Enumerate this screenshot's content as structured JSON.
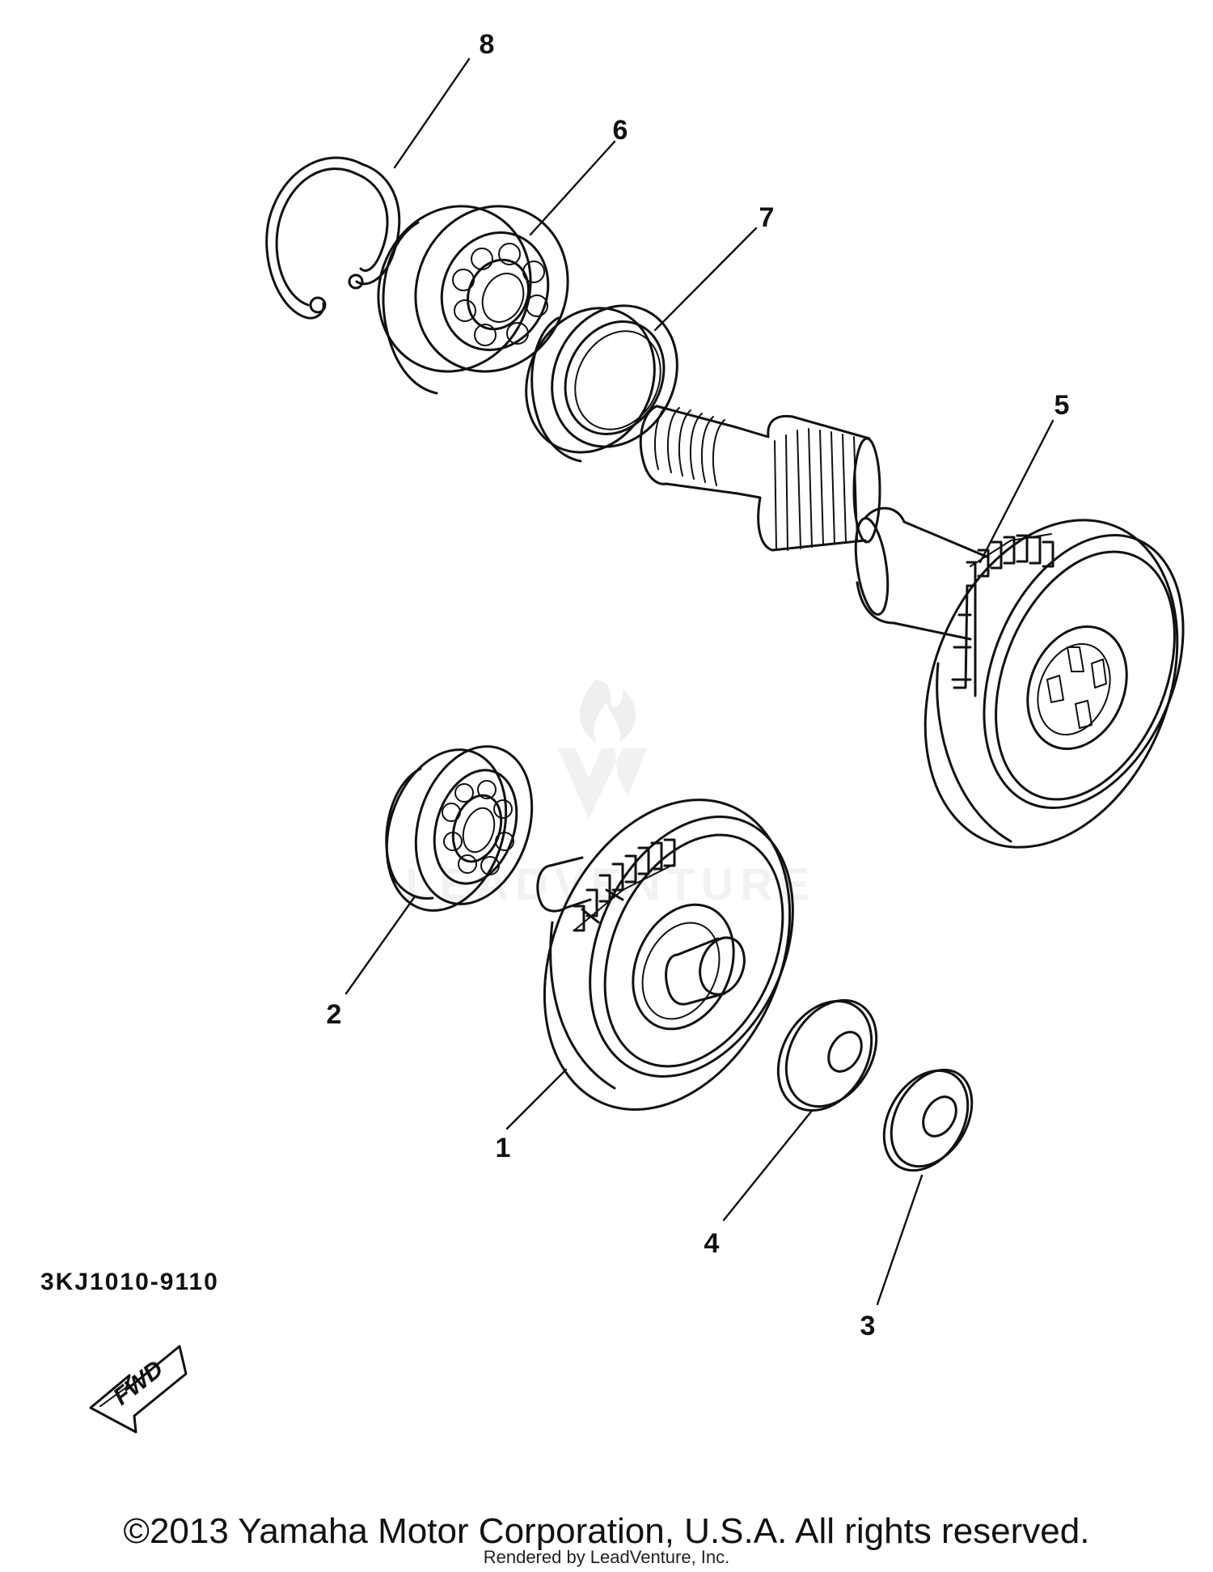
{
  "diagram": {
    "code": "3KJ1010-9110",
    "callouts": [
      "8",
      "6",
      "7",
      "5",
      "2",
      "1",
      "4",
      "3"
    ],
    "fwd_label": "FWD"
  },
  "watermark": {
    "text": "LEADVENTURE"
  },
  "footer": {
    "copyright": "©2013 Yamaha Motor Corporation, U.S.A. All rights reserved.",
    "rendered_by": "Rendered by LeadVenture, Inc."
  }
}
